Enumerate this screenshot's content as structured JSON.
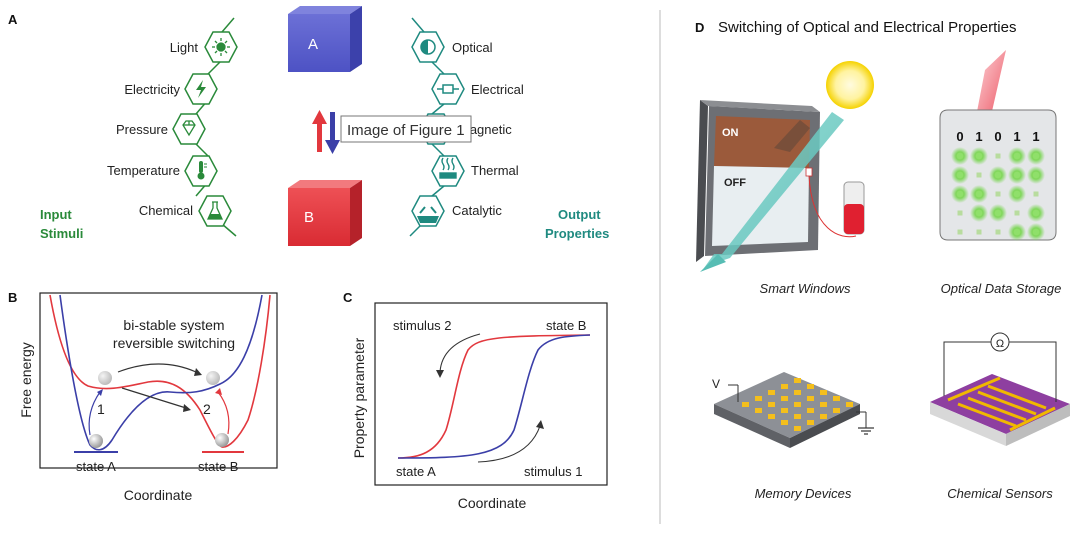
{
  "panels": {
    "A": {
      "letter": "A",
      "inputs": [
        "Light",
        "Electricity",
        "Pressure",
        "Temperature",
        "Chemical"
      ],
      "outputs": [
        "Optical",
        "Electrical",
        "Magnetic",
        "Thermal",
        "Catalytic"
      ],
      "input_caption": [
        "Input",
        "Stimuli"
      ],
      "output_caption": [
        "Output",
        "Properties"
      ],
      "cube_a": "A",
      "cube_b": "B",
      "tooltip": "Image of Figure 1",
      "colors": {
        "input": "#2a8a3a",
        "output": "#1f8a80",
        "cube_a": "#5a5fcf",
        "cube_b": "#e2383e"
      }
    },
    "B": {
      "letter": "B",
      "text_line1": "bi-stable system",
      "text_line2": "reversible switching",
      "ylabel": "Free energy",
      "xlabel": "Coordinate",
      "num1": "1",
      "num2": "2",
      "state_a": "state A",
      "state_b": "state B"
    },
    "C": {
      "letter": "C",
      "ylabel": "Property parameter",
      "xlabel": "Coordinate",
      "stimulus2": "stimulus 2",
      "stimulus1": "stimulus 1",
      "state_a": "state A",
      "state_b": "state B"
    },
    "D": {
      "letter": "D",
      "title": "Switching of Optical and Electrical Properties",
      "on_label": "ON",
      "off_label": "OFF",
      "bits": [
        "0",
        "1",
        "0",
        "1",
        "1"
      ],
      "v_label": "V",
      "ohm_label": "Ω",
      "captions": [
        "Smart Windows",
        "Optical Data Storage",
        "Memory Devices",
        "Chemical Sensors"
      ]
    }
  }
}
